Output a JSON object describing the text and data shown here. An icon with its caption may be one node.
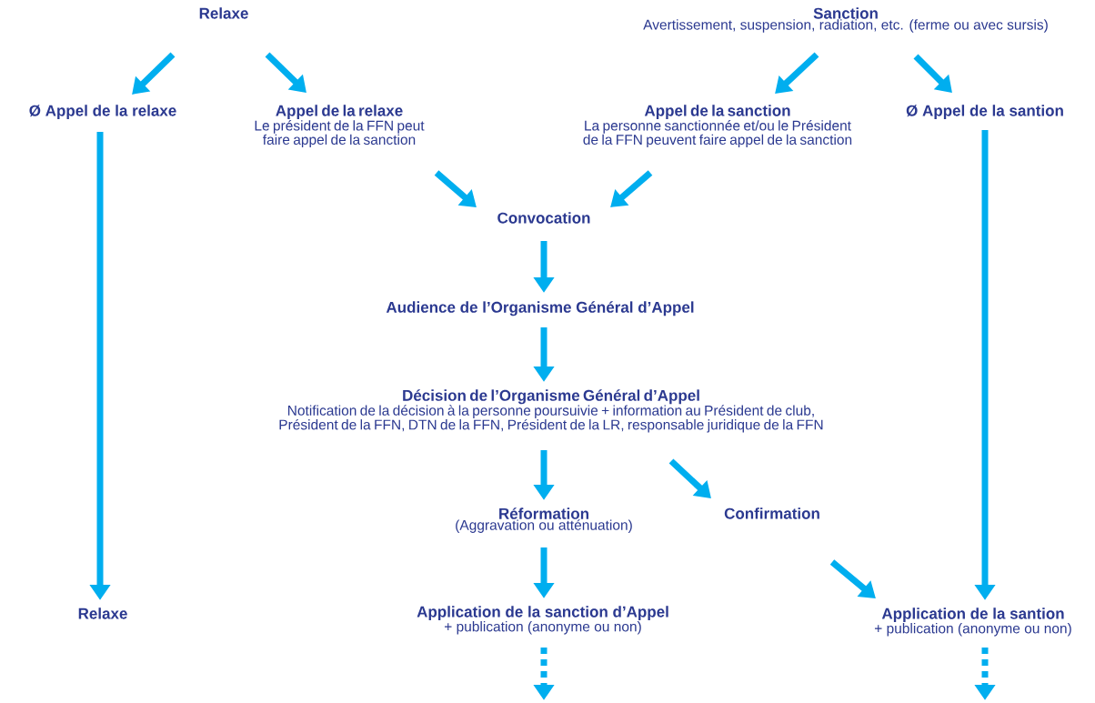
{
  "diagram": {
    "nodes": [
      {
        "text": [
          "Relaxe"
        ]
      },
      {
        "text": [
          "Sanction",
          "Avertissement, suspension, radiation, etc. (ferme ou avec sursis)"
        ]
      },
      {
        "text": [
          "Ø Appel de la relaxe"
        ]
      },
      {
        "text": [
          "Appel de la relaxe",
          "Le président de la FFN peut faire appel de la sanction"
        ]
      },
      {
        "text": [
          "Appel de la sanction",
          "La personne sanctionnée et/ou le Président de la FFN peuvent faire appel de la sanction"
        ]
      },
      {
        "text": [
          "Ø Appel de la santion"
        ]
      },
      {
        "text": [
          "Convocation"
        ]
      },
      {
        "text": [
          "Audience de l’Organisme Général d’Appel"
        ]
      },
      {
        "text": [
          "Décision de l’Organisme Général d’Appel",
          "Notification de la décision à la personne poursuivie + information au Président de club, Président de la FFN, DTN de la FFN, Président de la LR, responsable juridique de la FFN"
        ]
      },
      {
        "text": [
          "Réformation",
          "(Aggravation ou atténuation)"
        ]
      },
      {
        "text": [
          "Confirmation"
        ]
      },
      {
        "text": [
          "Relaxe"
        ]
      },
      {
        "text": [
          "Application de la sanction d’Appel",
          "+ publication (anonyme ou non)"
        ]
      },
      {
        "text": [
          "Application de la santion",
          "+ publication (anonyme ou non)"
        ]
      }
    ],
    "edges": [
      {
        "from": 0,
        "to": 2,
        "arrow": "to"
      },
      {
        "from": 0,
        "to": 3,
        "arrow": "to"
      },
      {
        "from": 1,
        "to": 4,
        "arrow": "to"
      },
      {
        "from": 1,
        "to": 5,
        "arrow": "to"
      },
      {
        "from": 2,
        "to": 11,
        "arrow": "to"
      },
      {
        "from": 3,
        "to": 6,
        "arrow": "to"
      },
      {
        "from": 4,
        "to": 6,
        "arrow": "to"
      },
      {
        "from": 5,
        "to": 13,
        "arrow": "to"
      },
      {
        "from": 6,
        "to": 7,
        "arrow": "to"
      },
      {
        "from": 7,
        "to": 8,
        "arrow": "to"
      },
      {
        "from": 8,
        "to": 9,
        "arrow": "to"
      },
      {
        "from": 8,
        "to": 10,
        "arrow": "to"
      },
      {
        "from": 9,
        "to": 12,
        "arrow": "to"
      },
      {
        "from": 10,
        "to": 13,
        "arrow": "to"
      },
      {
        "from": 12,
        "to": null,
        "arrow": "to",
        "style": "dashed"
      },
      {
        "from": 13,
        "to": null,
        "arrow": "to",
        "style": "dashed"
      }
    ]
  }
}
